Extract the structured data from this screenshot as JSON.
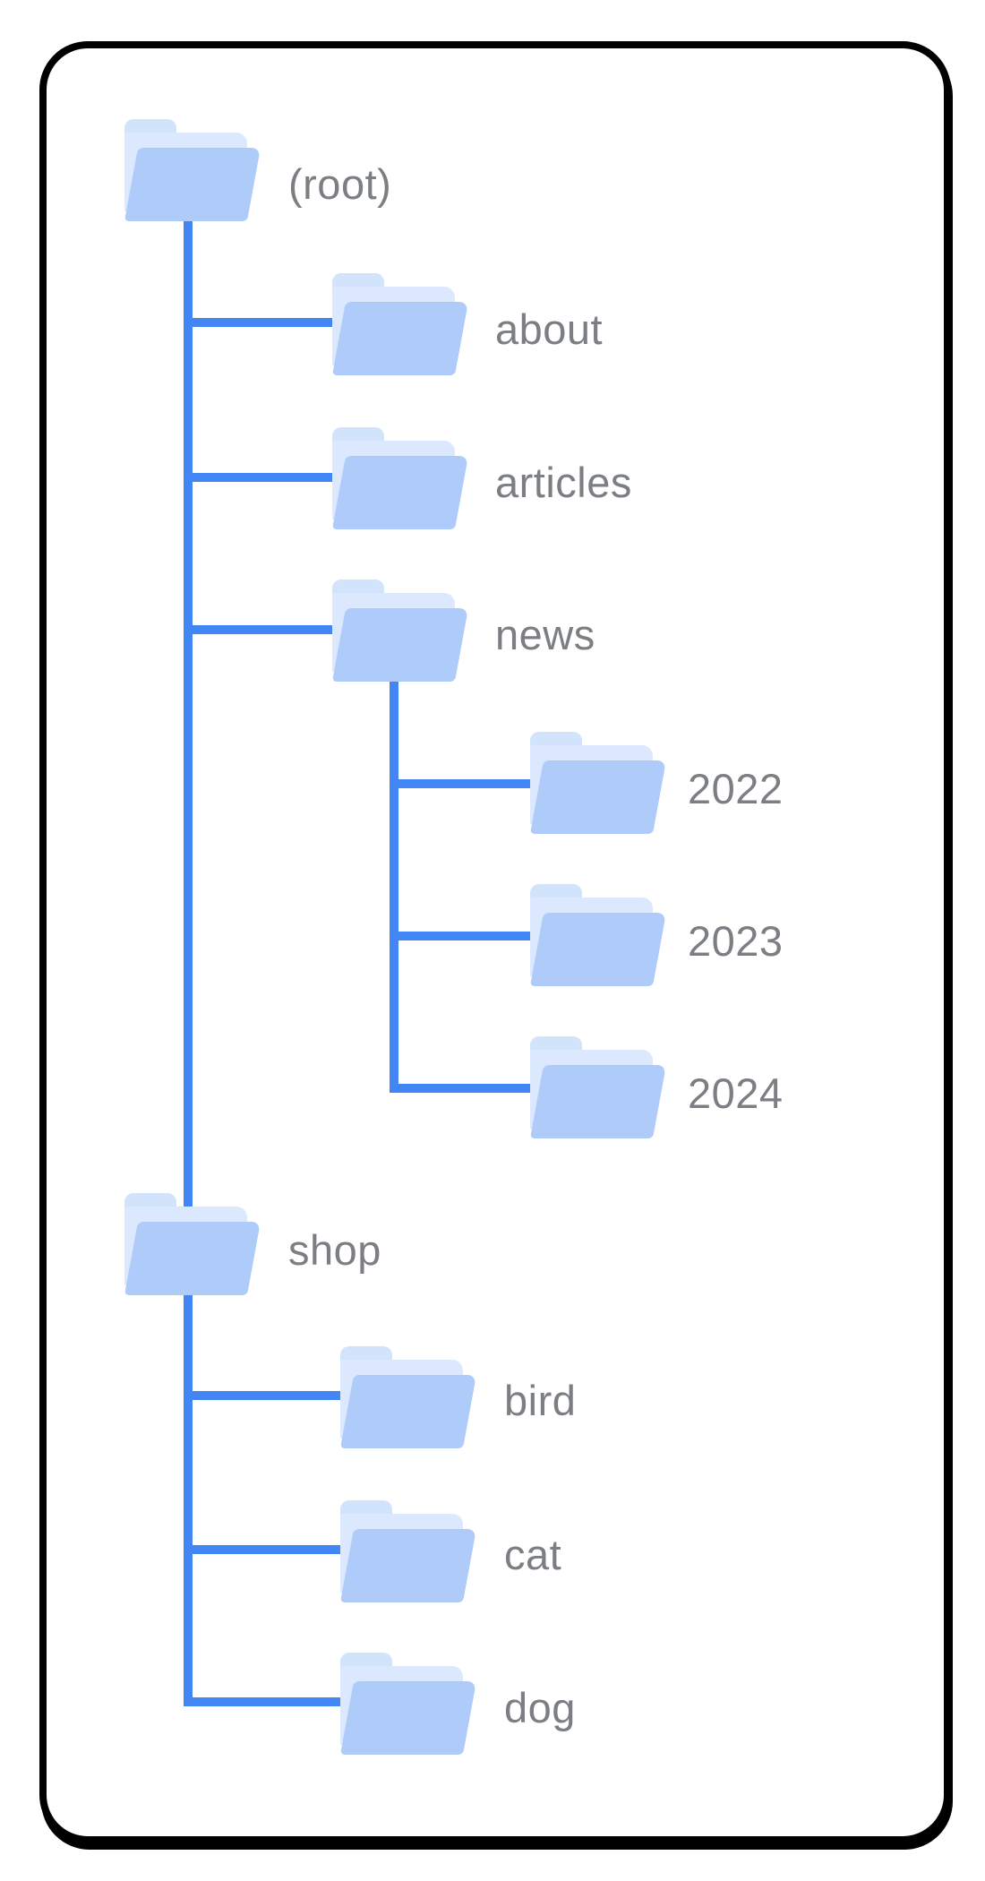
{
  "colors": {
    "line": "#4285f4",
    "folder-front": "#aecbfa",
    "folder-sheet": "#dce8fd",
    "folder-tab": "#d2e3fc",
    "label": "#7b7e82",
    "card-border": "#000000",
    "card-bg": "#ffffff"
  },
  "tree": {
    "nodes": [
      {
        "id": "root",
        "label": "(root)",
        "parent": null,
        "icon": "folder-icon"
      },
      {
        "id": "about",
        "label": "about",
        "parent": "root",
        "icon": "folder-icon"
      },
      {
        "id": "articles",
        "label": "articles",
        "parent": "root",
        "icon": "folder-icon"
      },
      {
        "id": "news",
        "label": "news",
        "parent": "root",
        "icon": "folder-icon"
      },
      {
        "id": "2022",
        "label": "2022",
        "parent": "news",
        "icon": "folder-icon"
      },
      {
        "id": "2023",
        "label": "2023",
        "parent": "news",
        "icon": "folder-icon"
      },
      {
        "id": "2024",
        "label": "2024",
        "parent": "news",
        "icon": "folder-icon"
      },
      {
        "id": "shop",
        "label": "shop",
        "parent": "root",
        "icon": "folder-icon"
      },
      {
        "id": "bird",
        "label": "bird",
        "parent": "shop",
        "icon": "folder-icon"
      },
      {
        "id": "cat",
        "label": "cat",
        "parent": "shop",
        "icon": "folder-icon"
      },
      {
        "id": "dog",
        "label": "dog",
        "parent": "shop",
        "icon": "folder-icon"
      }
    ]
  }
}
